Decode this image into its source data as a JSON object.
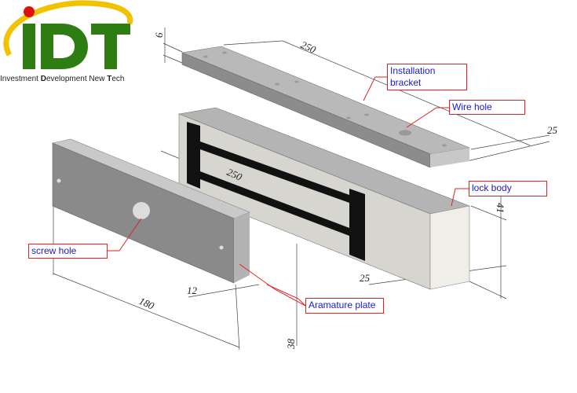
{
  "logo": {
    "text": "iDT",
    "tagline_parts": [
      "I",
      "nvestment ",
      "D",
      "evelopment New ",
      "T",
      "ech"
    ]
  },
  "labels": {
    "installation_bracket_line1": "Installation",
    "installation_bracket_line2": "bracket",
    "wire_hole": "Wire hole",
    "lock_body": "lock body",
    "screw_hole": "screw hole",
    "armature_plate": "Aramature plate"
  },
  "dimensions": {
    "bracket_thickness": "6",
    "bracket_length": "250",
    "bracket_width": "25",
    "body_length": "250",
    "body_height": "41",
    "body_width": "25",
    "plate_thickness": "12",
    "plate_length": "180",
    "plate_height": "38"
  },
  "colors": {
    "callout_border": "#dd2222",
    "callout_text": "#1a1ad0",
    "logo_green": "#2e7d12",
    "logo_yellow": "#f2c200",
    "logo_red": "#e01010"
  }
}
